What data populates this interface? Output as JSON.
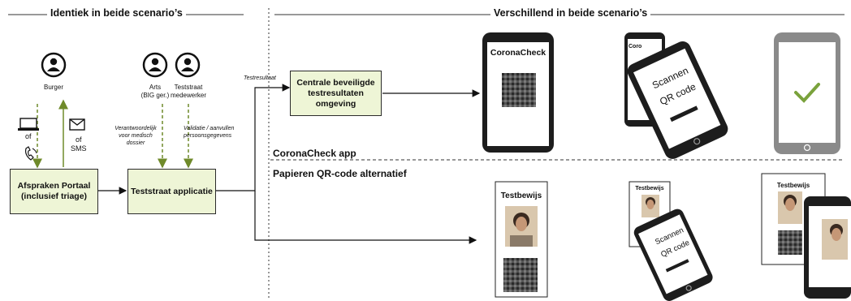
{
  "headers": {
    "left": "Identiek in beide scenario’s",
    "right": "Verschillend in beide scenario’s"
  },
  "actors": {
    "burger": "Burger",
    "arts_line1": "Arts",
    "arts_line2": "(BIG ger.)",
    "teststraat_line1": "Teststraat",
    "teststraat_line2": "medewerker"
  },
  "channels": {
    "of_left": "of",
    "of_right": "of",
    "sms": "SMS"
  },
  "annotations": {
    "verantwoordelijk_1": "Verantwoordelijk",
    "verantwoordelijk_2": "voor medisch",
    "verantwoordelijk_3": "dossier",
    "validatie_1": "Validatie / aanvullen",
    "validatie_2": "persoonsgegevens",
    "testresultaat": "Testresultaat"
  },
  "boxes": {
    "afspraken": "Afspraken Portaal (inclusief triage)",
    "teststraat": "Teststraat applicatie",
    "centrale": "Centrale beveiligde testresultaten omgeving"
  },
  "sections": {
    "app": "CoronaCheck app",
    "paper": "Papieren QR-code alternatief"
  },
  "phone": {
    "app_title": "CoronaCheck",
    "scan_line1": "Scannen",
    "scan_line2": "QR code",
    "coro_cut": "Coro"
  },
  "paper_docs": {
    "title_large": "Testbewijs",
    "title_small_1": "Testbewijs",
    "title_small_2": "Testbewijs",
    "scan_line1": "Scannen",
    "scan_line2": "QR code"
  },
  "colors": {
    "box_fill": "#eef5d6",
    "arrow_dashed": "#6f8a2a",
    "check": "#7aa23c",
    "phone_body": "#1d1d1d"
  }
}
